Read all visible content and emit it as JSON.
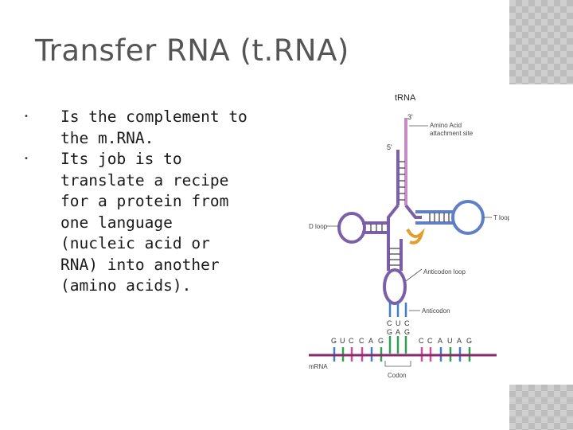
{
  "slide": {
    "title": "Transfer RNA (t.RNA)",
    "bullets": [
      "Is the complement to the m.RNA.",
      "Its job is to translate a recipe for a protein from one language (nucleic acid or RNA) into another (amino acids)."
    ],
    "bullet_marker": "•"
  },
  "diagram": {
    "heading": "tRNA",
    "end_3": "3'",
    "end_5": "5'",
    "label_amino_acid_1": "Amino Acid",
    "label_amino_acid_2": "attachment site",
    "label_d_loop": "D loop",
    "label_t_loop": "T loop",
    "label_anticodon_loop": "Anticodon loop",
    "label_anticodon": "Anticodon",
    "label_mrna": "mRNA",
    "label_codon": "Codon",
    "anticodon_letters": [
      "C",
      "U",
      "C"
    ],
    "codon_letters": [
      "G",
      "A",
      "G"
    ],
    "mrna_left_letters": [
      "G",
      "U",
      "C",
      "C",
      "A",
      "G"
    ],
    "mrna_right_letters": [
      "C",
      "C",
      "A",
      "U",
      "A",
      "G"
    ],
    "colors": {
      "strand_purple": "#7b5fa8",
      "strand_pink": "#c88ac4",
      "loop_blue": "#5f7fc7",
      "mrna_line": "#8a2a6a",
      "amino_orange": "#e0a030"
    }
  }
}
